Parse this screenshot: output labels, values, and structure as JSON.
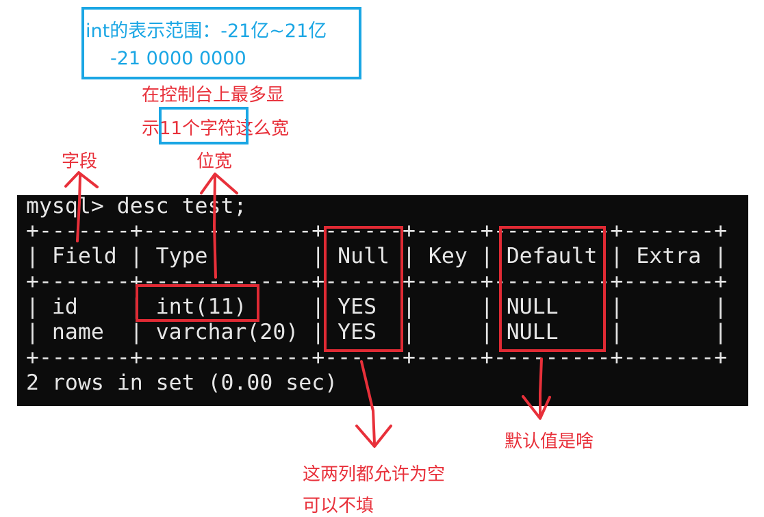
{
  "annotations": {
    "int_range_line1": "int的表示范围：-21亿~21亿",
    "int_range_line2": "-21 0000 0000",
    "console_width_line1": "在控制台上最多显",
    "console_width_line2_pre": "示",
    "console_width_line2_box": "11个字符",
    "console_width_line2_post": "这么宽",
    "field_label": "字段",
    "width_label": "位宽",
    "null_note_line1": "这两列都允许为空",
    "null_note_line2": "可以不填",
    "default_note": "默认值是啥"
  },
  "terminal": {
    "command": "mysql> desc test;",
    "border": "+-------+-------------+------+-----+---------+-------+",
    "header": "| Field | Type        | Null | Key | Default | Extra |",
    "rows": [
      "| id    | int(11)     | YES  |     | NULL    |       |",
      "| name  | varchar(20) | YES  |     | NULL    |       |"
    ],
    "summary": "2 rows in set (0.00 sec)"
  },
  "colors": {
    "annotation_red": "#e8303a",
    "annotation_blue": "#1aa6e4",
    "terminal_bg": "#0c0c0c",
    "terminal_fg": "#e6e6e6"
  }
}
